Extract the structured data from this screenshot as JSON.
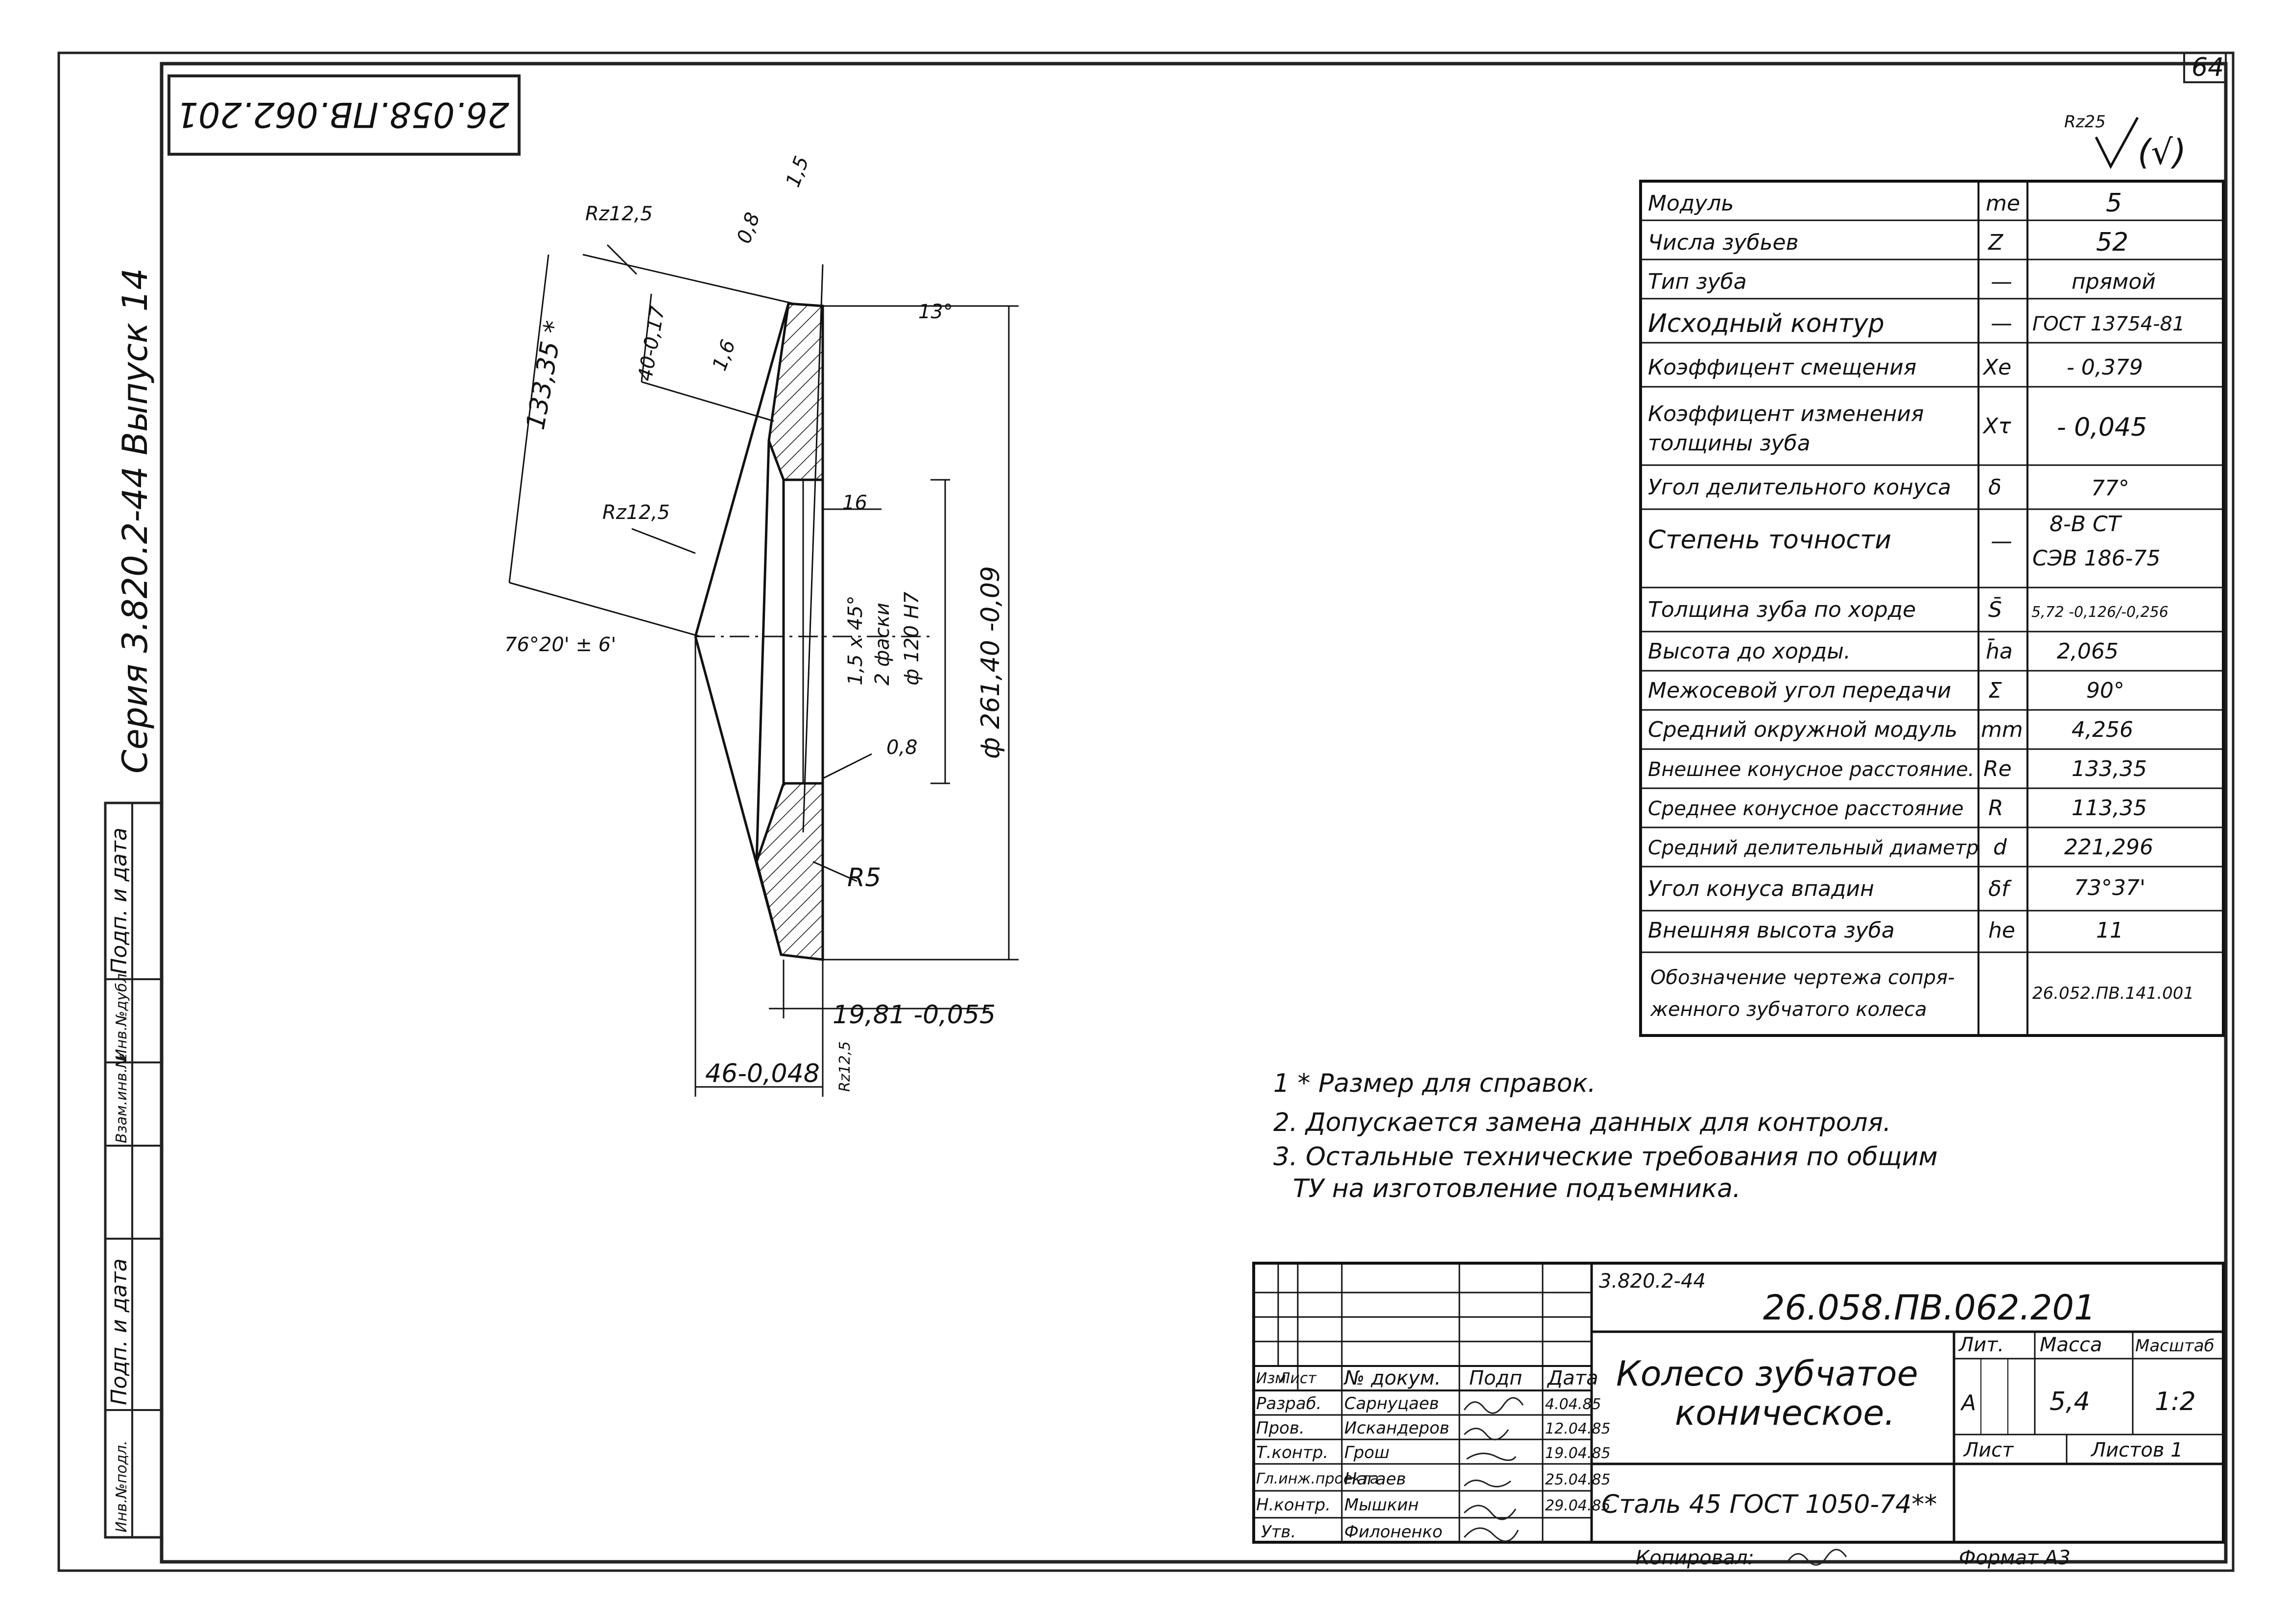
{
  "sheet_number": "64",
  "rotated_designation": "26.058.ПВ.062.201",
  "series_label": "Серия  3.820.2-44   Выпуск 14",
  "roughness_symbol": "Rz25",
  "roughness_paren": "(√)",
  "drawing_dims": {
    "chord1": "Rz12,5",
    "r08a": "0,8",
    "r15": "1,5",
    "d40": "40-0,17",
    "r16": "1,6",
    "ang13": "13°",
    "d133": "133,35 *",
    "rz2": "Rz12,5",
    "d16": "16",
    "ang_cone": "76°20' ± 6'",
    "chamf": "1,5 x 45°",
    "chamf2": "2 фаски",
    "bore": "ф 120 Н7",
    "od": "ф 261,40 -0,09",
    "r08b": "0,8",
    "r5": "R5",
    "w19": "19,81 -0,055",
    "w46": "46-0,048",
    "rz3": "Rz12,5"
  },
  "param_table": [
    {
      "name": "Модуль",
      "sym": "me",
      "val": "5"
    },
    {
      "name": "Числа зубьев",
      "sym": "Z",
      "val": "52"
    },
    {
      "name": "Тип зуба",
      "sym": "—",
      "val": "прямой"
    },
    {
      "name": "Исходный контур",
      "sym": "—",
      "val": "ГОСТ 13754-81"
    },
    {
      "name": "Коэффицент смещения",
      "sym": "Xe",
      "val": "- 0,379"
    },
    {
      "name": "Коэффицент изменения толщины зуба",
      "sym": "Xτ",
      "val": "- 0,045"
    },
    {
      "name": "Угол делительного конуса",
      "sym": "δ",
      "val": "77°"
    },
    {
      "name": "Степень точности",
      "sym": "—",
      "val": "8-В СТ СЭВ 186-75"
    },
    {
      "name": "Толщина зуба по хорде",
      "sym": "S̄",
      "val": "5,72 -0,126/-0,256"
    },
    {
      "name": "Высота до хорды.",
      "sym": "h̄a",
      "val": "2,065"
    },
    {
      "name": "Межосевой угол передачи",
      "sym": "Σ",
      "val": "90°"
    },
    {
      "name": "Средний окружной модуль",
      "sym": "mm",
      "val": "4,256"
    },
    {
      "name": "Внешнее конусное расстояние.",
      "sym": "Re",
      "val": "133,35"
    },
    {
      "name": "Среднее конусное расстояние",
      "sym": "R",
      "val": "113,35"
    },
    {
      "name": "Средний делительный диаметр",
      "sym": "d",
      "val": "221,296"
    },
    {
      "name": "Угол конуса впадин",
      "sym": "δf",
      "val": "73°37'"
    },
    {
      "name": "Внешняя высота зуба",
      "sym": "he",
      "val": "11"
    },
    {
      "name": "Обозначение чертежа сопряженного зубчатого колеса",
      "sym": "",
      "val": "26.052.ПВ.141.001"
    }
  ],
  "notes": [
    "1 * Размер для справок.",
    "2. Допускается замена данных для контроля.",
    "3. Остальные технические требования по общим",
    "ТУ на изготовление подъемника."
  ],
  "left_strip": [
    "Инв.№подл.",
    "Подп. и дата",
    "Взам.инв.№",
    "Инв.№дубл.",
    "Подп. и дата"
  ],
  "title_block": {
    "series": "3.820.2-44",
    "designation": "26.058.ПВ.062.201",
    "name1": "Колесо зубчатое",
    "name2": "коническое.",
    "material": "Сталь 45 ГОСТ 1050-74**",
    "lit_header": "Лит.",
    "mass_header": "Масса",
    "scale_header": "Масштаб",
    "lit": "А",
    "mass": "5,4",
    "scale": "1:2",
    "sheet_label": "Лист",
    "sheets_label": "Листов 1",
    "col_headers": [
      "Изм",
      "Лист",
      "№ докум.",
      "Подп",
      "Дата"
    ],
    "people": [
      {
        "role": "Разраб.",
        "name": "Сарнуцаев",
        "date": "4.04.85"
      },
      {
        "role": "Пров.",
        "name": "Искандеров",
        "date": "12.04.85"
      },
      {
        "role": "Т.контр.",
        "name": "Грош",
        "date": "19.04.85"
      },
      {
        "role": "Гл.инж.проекта",
        "name": "Нагаев",
        "date": "25.04.85"
      },
      {
        "role": "Н.контр.",
        "name": "Мышкин",
        "date": "29.04.85"
      },
      {
        "role": "Утв.",
        "name": "Филоненко",
        "date": ""
      }
    ],
    "copied": "Копировал:",
    "format": "Формат А3"
  }
}
